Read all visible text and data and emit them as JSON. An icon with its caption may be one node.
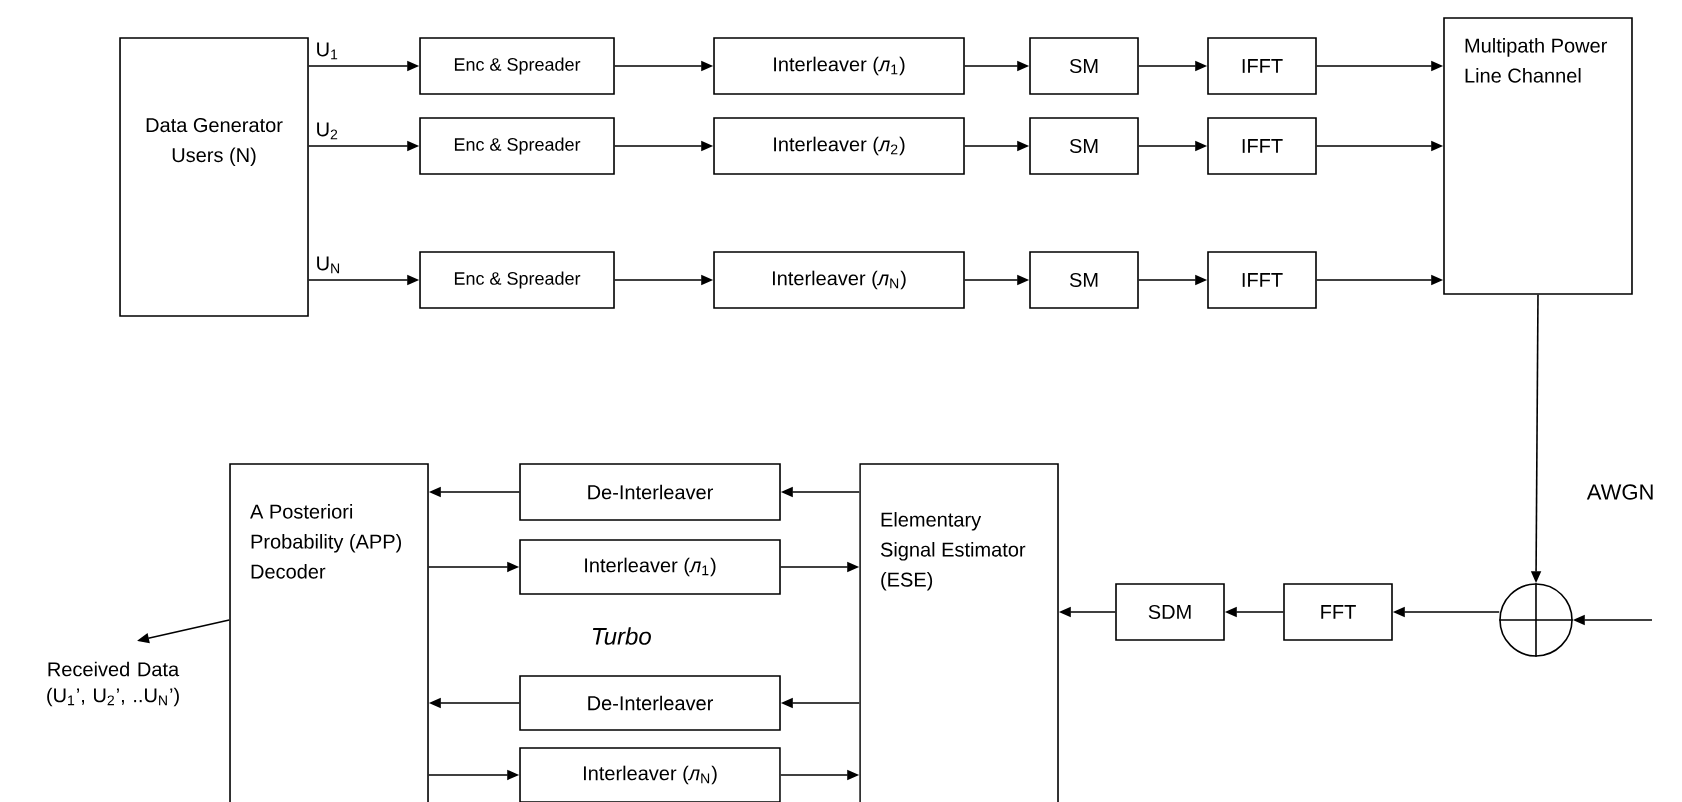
{
  "diagram": {
    "nodes": [
      {
        "text": [
          "Data Generator Users (N)"
        ]
      },
      {
        "text": [
          "Enc & Spreader"
        ]
      },
      {
        "text": [
          "Interleaver (*л*$_{1}$)"
        ]
      },
      {
        "text": [
          "SM"
        ]
      },
      {
        "text": [
          "IFFT"
        ]
      },
      {
        "text": [
          "Enc & Spreader"
        ]
      },
      {
        "text": [
          "Interleaver (*л*$_{2}$)"
        ]
      },
      {
        "text": [
          "SM"
        ]
      },
      {
        "text": [
          "IFFT"
        ]
      },
      {
        "text": [
          "Enc & Spreader"
        ]
      },
      {
        "text": [
          "Interleaver (*л*$_{N}$)"
        ]
      },
      {
        "text": [
          "SM"
        ]
      },
      {
        "text": [
          "IFFT"
        ]
      },
      {
        "text": [
          "Multipath Power Line Channel"
        ]
      },
      {
        "text": [],
        "shape": "circle"
      },
      {
        "text": [
          "FFT"
        ]
      },
      {
        "text": [
          "SDM"
        ]
      },
      {
        "text": [
          "Elementary Signal Estimator (ESE)"
        ]
      },
      {
        "text": [
          "De-Interleaver"
        ]
      },
      {
        "text": [
          "Interleaver (*л*$_{1}$)"
        ]
      },
      {
        "text": [
          "De-Interleaver"
        ]
      },
      {
        "text": [
          "Interleaver (*л*$_{N}$)"
        ]
      },
      {
        "text": [
          "A Posteriori Probability (APP) Decoder"
        ]
      },
      {
        "text": [
          "Received Data (U$_{1}$’, U$_{2}$’, ..U$_{N}$’)"
        ]
      }
    ],
    "edges": [
      {
        "from": 0,
        "to": 1,
        "arrow": "to",
        "label": "U$_{1}$"
      },
      {
        "from": 1,
        "to": 2,
        "arrow": "to"
      },
      {
        "from": 2,
        "to": 3,
        "arrow": "to"
      },
      {
        "from": 3,
        "to": 4,
        "arrow": "to"
      },
      {
        "from": 4,
        "to": 13,
        "arrow": "to"
      },
      {
        "from": 0,
        "to": 5,
        "arrow": "to",
        "label": "U$_{2}$"
      },
      {
        "from": 5,
        "to": 6,
        "arrow": "to"
      },
      {
        "from": 6,
        "to": 7,
        "arrow": "to"
      },
      {
        "from": 7,
        "to": 8,
        "arrow": "to"
      },
      {
        "from": 8,
        "to": 13,
        "arrow": "to"
      },
      {
        "from": 0,
        "to": 9,
        "arrow": "to",
        "label": "U$_{N}$"
      },
      {
        "from": 9,
        "to": 10,
        "arrow": "to"
      },
      {
        "from": 10,
        "to": 11,
        "arrow": "to"
      },
      {
        "from": 11,
        "to": 12,
        "arrow": "to"
      },
      {
        "from": 12,
        "to": 13,
        "arrow": "to"
      },
      {
        "from": 13,
        "to": 14,
        "arrow": "to"
      },
      {
        "from": null,
        "to": 14,
        "arrow": "to"
      },
      {
        "from": 14,
        "to": 15,
        "arrow": "to"
      },
      {
        "from": 15,
        "to": 16,
        "arrow": "to"
      },
      {
        "from": 16,
        "to": 17,
        "arrow": "to"
      },
      {
        "from": 17,
        "to": 18,
        "arrow": "to"
      },
      {
        "from": 18,
        "to": 22,
        "arrow": "to"
      },
      {
        "from": 22,
        "to": 19,
        "arrow": "to"
      },
      {
        "from": 19,
        "to": 17,
        "arrow": "to"
      },
      {
        "from": 17,
        "to": 20,
        "arrow": "to"
      },
      {
        "from": 20,
        "to": 22,
        "arrow": "to"
      },
      {
        "from": 22,
        "to": 21,
        "arrow": "to"
      },
      {
        "from": 21,
        "to": 17,
        "arrow": "to"
      },
      {
        "from": 22,
        "to": 23,
        "arrow": "to"
      }
    ],
    "labels": [
      "AWGN",
      "*Turbo*"
    ]
  }
}
